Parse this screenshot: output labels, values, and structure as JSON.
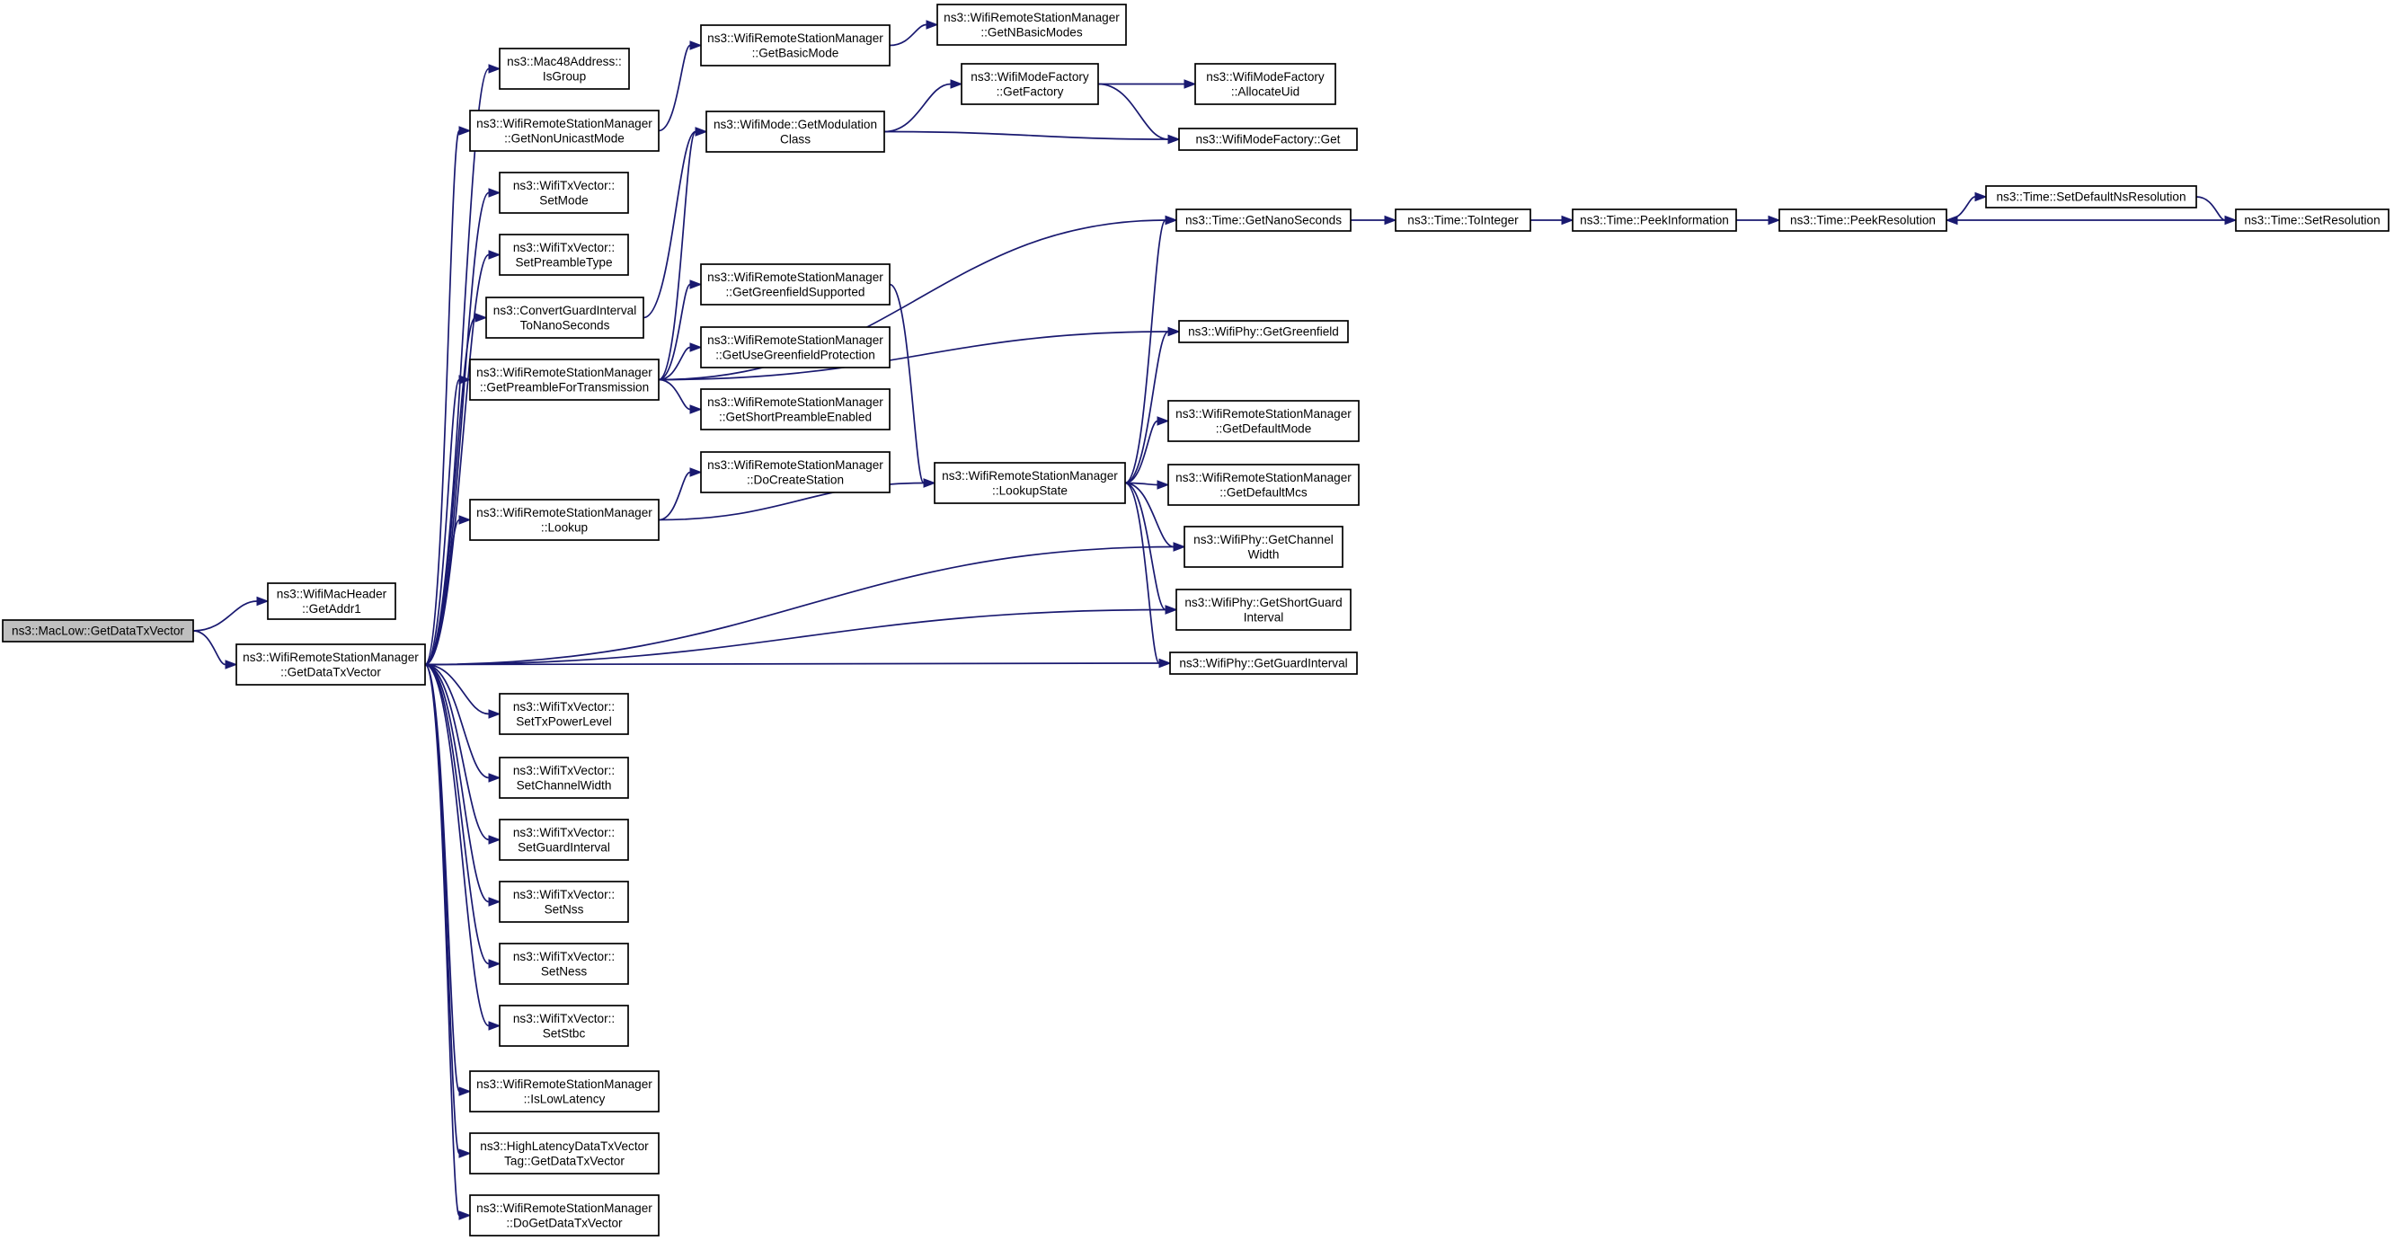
{
  "nodes": [
    {
      "id": "root",
      "lines": [
        "ns3::MacLow::GetDataTxVector"
      ]
    },
    {
      "id": "addr1",
      "lines": [
        "ns3::WifiMacHeader",
        "::GetAddr1"
      ]
    },
    {
      "id": "gdtv",
      "lines": [
        "ns3::WifiRemoteStationManager",
        "::GetDataTxVector"
      ]
    },
    {
      "id": "isgroup",
      "lines": [
        "ns3::Mac48Address::",
        "IsGroup"
      ]
    },
    {
      "id": "nonuni",
      "lines": [
        "ns3::WifiRemoteStationManager",
        "::GetNonUnicastMode"
      ]
    },
    {
      "id": "setmode",
      "lines": [
        "ns3::WifiTxVector::",
        "SetMode"
      ]
    },
    {
      "id": "setpre",
      "lines": [
        "ns3::WifiTxVector::",
        "SetPreambleType"
      ]
    },
    {
      "id": "convgi",
      "lines": [
        "ns3::ConvertGuardInterval",
        "ToNanoSeconds"
      ]
    },
    {
      "id": "prefortx",
      "lines": [
        "ns3::WifiRemoteStationManager",
        "::GetPreambleForTransmission"
      ]
    },
    {
      "id": "lookup",
      "lines": [
        "ns3::WifiRemoteStationManager",
        "::Lookup"
      ]
    },
    {
      "id": "settxp",
      "lines": [
        "ns3::WifiTxVector::",
        "SetTxPowerLevel"
      ]
    },
    {
      "id": "setcw",
      "lines": [
        "ns3::WifiTxVector::",
        "SetChannelWidth"
      ]
    },
    {
      "id": "setgi",
      "lines": [
        "ns3::WifiTxVector::",
        "SetGuardInterval"
      ]
    },
    {
      "id": "setnss",
      "lines": [
        "ns3::WifiTxVector::",
        "SetNss"
      ]
    },
    {
      "id": "setness",
      "lines": [
        "ns3::WifiTxVector::",
        "SetNess"
      ]
    },
    {
      "id": "setstbc",
      "lines": [
        "ns3::WifiTxVector::",
        "SetStbc"
      ]
    },
    {
      "id": "islowlat",
      "lines": [
        "ns3::WifiRemoteStationManager",
        "::IsLowLatency"
      ]
    },
    {
      "id": "hltag",
      "lines": [
        "ns3::HighLatencyDataTxVector",
        "Tag::GetDataTxVector"
      ]
    },
    {
      "id": "dogdtv",
      "lines": [
        "ns3::WifiRemoteStationManager",
        "::DoGetDataTxVector"
      ]
    },
    {
      "id": "basicmode",
      "lines": [
        "ns3::WifiRemoteStationManager",
        "::GetBasicMode"
      ]
    },
    {
      "id": "modclass",
      "lines": [
        "ns3::WifiMode::GetModulation",
        "Class"
      ]
    },
    {
      "id": "gfsupp",
      "lines": [
        "ns3::WifiRemoteStationManager",
        "::GetGreenfieldSupported"
      ]
    },
    {
      "id": "usegf",
      "lines": [
        "ns3::WifiRemoteStationManager",
        "::GetUseGreenfieldProtection"
      ]
    },
    {
      "id": "shortpre",
      "lines": [
        "ns3::WifiRemoteStationManager",
        "::GetShortPreambleEnabled"
      ]
    },
    {
      "id": "docreate",
      "lines": [
        "ns3::WifiRemoteStationManager",
        "::DoCreateStation"
      ]
    },
    {
      "id": "nbasic",
      "lines": [
        "ns3::WifiRemoteStationManager",
        "::GetNBasicModes"
      ]
    },
    {
      "id": "getfactory",
      "lines": [
        "ns3::WifiModeFactory",
        "::GetFactory"
      ]
    },
    {
      "id": "lookupstate",
      "lines": [
        "ns3::WifiRemoteStationManager",
        "::LookupState"
      ]
    },
    {
      "id": "allocuid",
      "lines": [
        "ns3::WifiModeFactory",
        "::AllocateUid"
      ]
    },
    {
      "id": "mfget",
      "lines": [
        "ns3::WifiModeFactory::Get"
      ]
    },
    {
      "id": "getnano",
      "lines": [
        "ns3::Time::GetNanoSeconds"
      ]
    },
    {
      "id": "getgf",
      "lines": [
        "ns3::WifiPhy::GetGreenfield"
      ]
    },
    {
      "id": "defmode",
      "lines": [
        "ns3::WifiRemoteStationManager",
        "::GetDefaultMode"
      ]
    },
    {
      "id": "defmcs",
      "lines": [
        "ns3::WifiRemoteStationManager",
        "::GetDefaultMcs"
      ]
    },
    {
      "id": "chwidth",
      "lines": [
        "ns3::WifiPhy::GetChannel",
        "Width"
      ]
    },
    {
      "id": "shortgi",
      "lines": [
        "ns3::WifiPhy::GetShortGuard",
        "Interval"
      ]
    },
    {
      "id": "gi",
      "lines": [
        "ns3::WifiPhy::GetGuardInterval"
      ]
    },
    {
      "id": "toint",
      "lines": [
        "ns3::Time::ToInteger"
      ]
    },
    {
      "id": "peekinfo",
      "lines": [
        "ns3::Time::PeekInformation"
      ]
    },
    {
      "id": "peekres",
      "lines": [
        "ns3::Time::PeekResolution"
      ]
    },
    {
      "id": "setdefres",
      "lines": [
        "ns3::Time::SetDefaultNsResolution"
      ]
    },
    {
      "id": "setres",
      "lines": [
        "ns3::Time::SetResolution"
      ]
    }
  ],
  "edges": [
    [
      "root",
      "addr1"
    ],
    [
      "root",
      "gdtv"
    ],
    [
      "gdtv",
      "isgroup"
    ],
    [
      "gdtv",
      "nonuni"
    ],
    [
      "gdtv",
      "setmode"
    ],
    [
      "gdtv",
      "setpre"
    ],
    [
      "gdtv",
      "convgi"
    ],
    [
      "gdtv",
      "prefortx"
    ],
    [
      "gdtv",
      "lookup"
    ],
    [
      "gdtv",
      "chwidth"
    ],
    [
      "gdtv",
      "shortgi"
    ],
    [
      "gdtv",
      "gi"
    ],
    [
      "gdtv",
      "settxp"
    ],
    [
      "gdtv",
      "setcw"
    ],
    [
      "gdtv",
      "setgi"
    ],
    [
      "gdtv",
      "setnss"
    ],
    [
      "gdtv",
      "setness"
    ],
    [
      "gdtv",
      "setstbc"
    ],
    [
      "gdtv",
      "islowlat"
    ],
    [
      "gdtv",
      "hltag"
    ],
    [
      "gdtv",
      "dogdtv"
    ],
    [
      "nonuni",
      "basicmode"
    ],
    [
      "basicmode",
      "nbasic"
    ],
    [
      "convgi",
      "modclass"
    ],
    [
      "prefortx",
      "modclass"
    ],
    [
      "modclass",
      "getfactory"
    ],
    [
      "modclass",
      "mfget"
    ],
    [
      "getfactory",
      "allocuid"
    ],
    [
      "getfactory",
      "mfget"
    ],
    [
      "prefortx",
      "gfsupp"
    ],
    [
      "prefortx",
      "usegf"
    ],
    [
      "prefortx",
      "shortpre"
    ],
    [
      "prefortx",
      "getnano"
    ],
    [
      "prefortx",
      "getgf"
    ],
    [
      "gfsupp",
      "lookupstate"
    ],
    [
      "lookup",
      "docreate"
    ],
    [
      "lookup",
      "lookupstate"
    ],
    [
      "lookupstate",
      "getnano"
    ],
    [
      "lookupstate",
      "getgf"
    ],
    [
      "lookupstate",
      "defmode"
    ],
    [
      "lookupstate",
      "defmcs"
    ],
    [
      "lookupstate",
      "chwidth"
    ],
    [
      "lookupstate",
      "shortgi"
    ],
    [
      "lookupstate",
      "gi"
    ],
    [
      "getnano",
      "toint"
    ],
    [
      "toint",
      "peekinfo"
    ],
    [
      "peekinfo",
      "peekres"
    ],
    [
      "peekres",
      "setdefres"
    ],
    [
      "setdefres",
      "setres"
    ],
    [
      "setres",
      "peekres"
    ]
  ]
}
